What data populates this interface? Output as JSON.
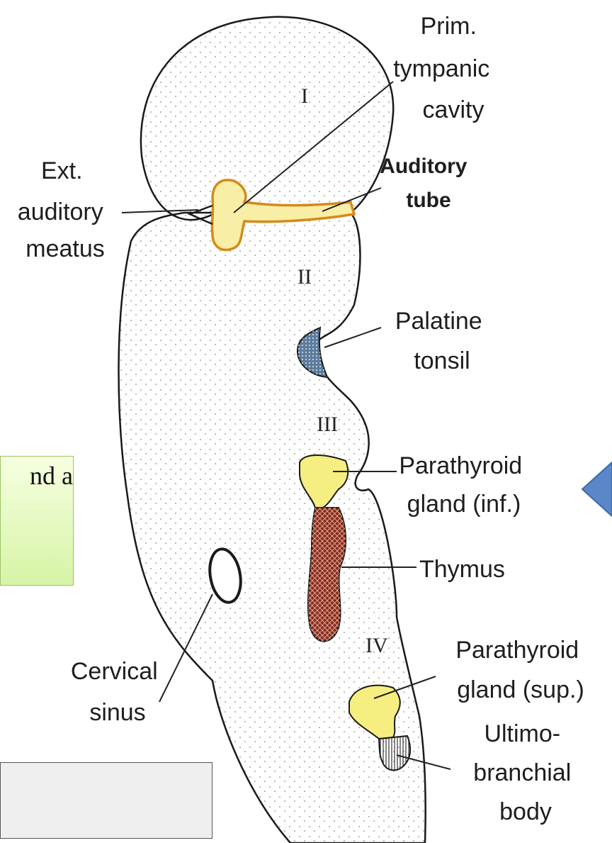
{
  "labels": {
    "prim_tympanic": [
      "Prim.",
      "tympanic",
      "cavity"
    ],
    "auditory_tube": [
      "Auditory",
      "tube"
    ],
    "ext_auditory_meatus": [
      "Ext.",
      "auditory",
      "meatus"
    ],
    "palatine_tonsil": [
      "Palatine",
      "tonsil"
    ],
    "parathyroid_inf": [
      "Parathyroid",
      "gland (inf.)"
    ],
    "thymus": "Thymus",
    "parathyroid_sup": [
      "Parathyroid",
      "gland (sup.)"
    ],
    "ultimobranchial": [
      "Ultimo-",
      "branchial",
      "body"
    ],
    "cervical_sinus": [
      "Cervical",
      "sinus"
    ]
  },
  "pouches": {
    "I": "I",
    "II": "II",
    "III": "III",
    "IV": "IV"
  },
  "note_text": "nd a",
  "colors": {
    "parathyroid": "#f6ee80",
    "thymus": "#8a2a1c",
    "tonsil": "#5c7c9c",
    "auditory": "#f9eea6",
    "arrow": "#5b87c9"
  }
}
